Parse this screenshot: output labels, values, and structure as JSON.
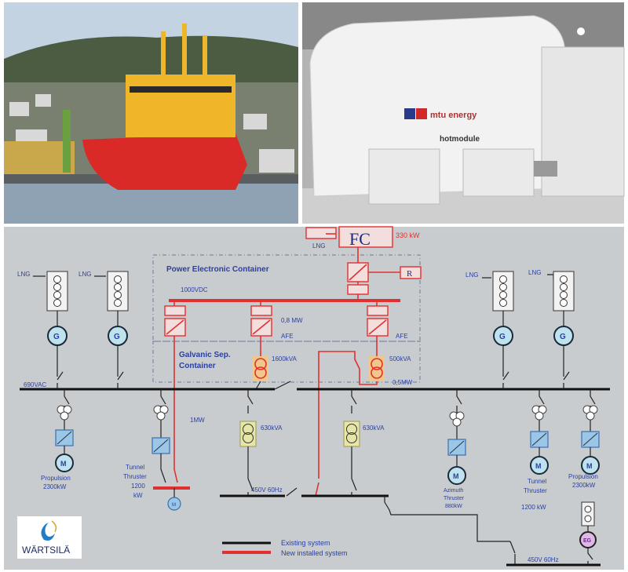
{
  "photos": {
    "left": {
      "subject": "ship"
    },
    "right": {
      "logo_text": "mtu energy",
      "product_text": "hotmodule"
    }
  },
  "diagram": {
    "fuel_cell": {
      "label": "FC",
      "power": "330 kW",
      "fuel": "LNG"
    },
    "resistor": "R",
    "power_container_title": "Power Electronic Container",
    "dc_bus": "1000VDC",
    "afe_power": "0,8 MW",
    "afe_labels": [
      "AFE",
      "AFE"
    ],
    "galvanic_title": [
      "Galvanic Sep.",
      "Container"
    ],
    "trafo_1600": "1600kVA",
    "trafo_500": "500kVA",
    "power_05": "0,5MW",
    "ac_bus": "690VAC",
    "generator_fuel": [
      "LNG",
      "LNG",
      "LNG",
      "LNG"
    ],
    "generator_symbol": "G",
    "motor_symbol": "M",
    "emergency_gen": "EG",
    "link_1mw": "1MW",
    "trafo_630": [
      "630kVA",
      "630kVA"
    ],
    "bus_450": [
      "450V 60Hz",
      "450V 60Hz"
    ],
    "consumers": {
      "propulsion_left": [
        "Propulsion",
        "2300kW"
      ],
      "tunnel_left": [
        "Tunnel",
        "Thruster",
        "1200",
        "kW"
      ],
      "azimuth": [
        "Azimuth",
        "Thruster",
        "880kW"
      ],
      "tunnel_right": [
        "Tunnel",
        "Thruster",
        "1200 kW"
      ],
      "propulsion_right": [
        "Propulsion",
        "2300kW"
      ]
    },
    "legend": {
      "existing": "Existing system",
      "new": "New installed system"
    },
    "logo": "WÄRTSILÄ",
    "colors": {
      "existing": "#111111",
      "new": "#e23030",
      "label": "#2a3fa0"
    }
  }
}
